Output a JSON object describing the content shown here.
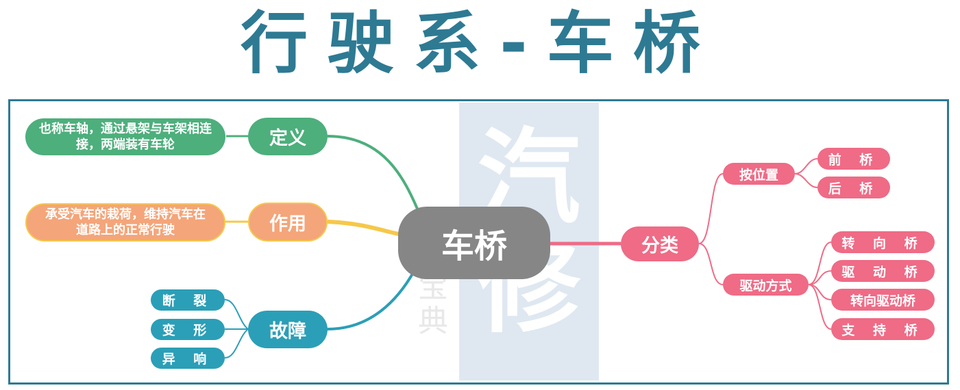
{
  "title": "行驶系-车桥",
  "watermark": {
    "line1": "汽",
    "line2": "修",
    "sub": "宝典"
  },
  "center": {
    "label": "车桥",
    "color": "#868686"
  },
  "branches": {
    "definition": {
      "label": "定义",
      "color": "#4daf7c",
      "detail": "也称车轴，通过悬架与车架相连接，两端装有车轮"
    },
    "function": {
      "label": "作用",
      "color": "#f4a57a",
      "detail": "承受汽车的栽荷，维持汽车在道路上的正常行驶"
    },
    "faults": {
      "label": "故障",
      "color": "#2b9fb7",
      "items": [
        "断 裂",
        "变 形",
        "异 响"
      ]
    },
    "classification": {
      "label": "分类",
      "color": "#ef6b86",
      "by_position": {
        "label": "按位置",
        "items": [
          "前 桥",
          "后 桥"
        ]
      },
      "by_drive": {
        "label": "驱动方式",
        "items": [
          "转 向 桥",
          "驱 动 桥",
          "转向驱动桥",
          "支 持 桥"
        ]
      }
    }
  }
}
